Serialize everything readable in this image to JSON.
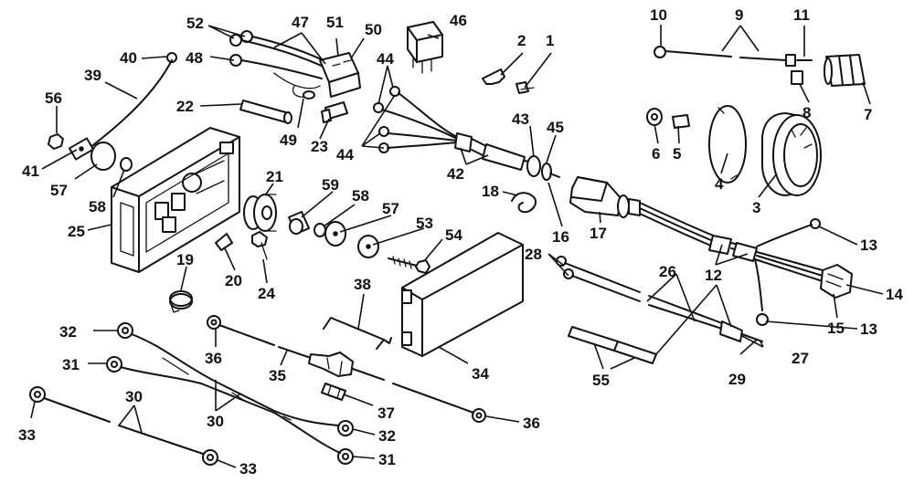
{
  "diagram": {
    "callouts": [
      {
        "key": "c1",
        "label": "1"
      },
      {
        "key": "c2",
        "label": "2"
      },
      {
        "key": "c3",
        "label": "3"
      },
      {
        "key": "c4",
        "label": "4"
      },
      {
        "key": "c5",
        "label": "5"
      },
      {
        "key": "c6",
        "label": "6"
      },
      {
        "key": "c7",
        "label": "7"
      },
      {
        "key": "c8",
        "label": "8"
      },
      {
        "key": "c9",
        "label": "9"
      },
      {
        "key": "c10",
        "label": "10"
      },
      {
        "key": "c11",
        "label": "11"
      },
      {
        "key": "c12",
        "label": "12"
      },
      {
        "key": "c13a",
        "label": "13"
      },
      {
        "key": "c13b",
        "label": "13"
      },
      {
        "key": "c14",
        "label": "14"
      },
      {
        "key": "c15",
        "label": "15"
      },
      {
        "key": "c16",
        "label": "16"
      },
      {
        "key": "c17",
        "label": "17"
      },
      {
        "key": "c18",
        "label": "18"
      },
      {
        "key": "c19",
        "label": "19"
      },
      {
        "key": "c20",
        "label": "20"
      },
      {
        "key": "c21",
        "label": "21"
      },
      {
        "key": "c22",
        "label": "22"
      },
      {
        "key": "c23",
        "label": "23"
      },
      {
        "key": "c24",
        "label": "24"
      },
      {
        "key": "c25",
        "label": "25"
      },
      {
        "key": "c26",
        "label": "26"
      },
      {
        "key": "c27",
        "label": "27"
      },
      {
        "key": "c28",
        "label": "28"
      },
      {
        "key": "c29",
        "label": "29"
      },
      {
        "key": "c30a",
        "label": "30"
      },
      {
        "key": "c30b",
        "label": "30"
      },
      {
        "key": "c31a",
        "label": "31"
      },
      {
        "key": "c31b",
        "label": "31"
      },
      {
        "key": "c32a",
        "label": "32"
      },
      {
        "key": "c32b",
        "label": "32"
      },
      {
        "key": "c33a",
        "label": "33"
      },
      {
        "key": "c33b",
        "label": "33"
      },
      {
        "key": "c34",
        "label": "34"
      },
      {
        "key": "c35",
        "label": "35"
      },
      {
        "key": "c36a",
        "label": "36"
      },
      {
        "key": "c36b",
        "label": "36"
      },
      {
        "key": "c37",
        "label": "37"
      },
      {
        "key": "c38",
        "label": "38"
      },
      {
        "key": "c39",
        "label": "39"
      },
      {
        "key": "c40",
        "label": "40"
      },
      {
        "key": "c41",
        "label": "41"
      },
      {
        "key": "c42",
        "label": "42"
      },
      {
        "key": "c43",
        "label": "43"
      },
      {
        "key": "c44a",
        "label": "44"
      },
      {
        "key": "c44b",
        "label": "44"
      },
      {
        "key": "c45",
        "label": "45"
      },
      {
        "key": "c46",
        "label": "46"
      },
      {
        "key": "c47",
        "label": "47"
      },
      {
        "key": "c48",
        "label": "48"
      },
      {
        "key": "c49",
        "label": "49"
      },
      {
        "key": "c50",
        "label": "50"
      },
      {
        "key": "c51",
        "label": "51"
      },
      {
        "key": "c52",
        "label": "52"
      },
      {
        "key": "c53",
        "label": "53"
      },
      {
        "key": "c54",
        "label": "54"
      },
      {
        "key": "c55",
        "label": "55"
      },
      {
        "key": "c56",
        "label": "56"
      },
      {
        "key": "c57a",
        "label": "57"
      },
      {
        "key": "c57b",
        "label": "57"
      },
      {
        "key": "c58a",
        "label": "58"
      },
      {
        "key": "c58b",
        "label": "58"
      },
      {
        "key": "c59",
        "label": "59"
      }
    ]
  }
}
